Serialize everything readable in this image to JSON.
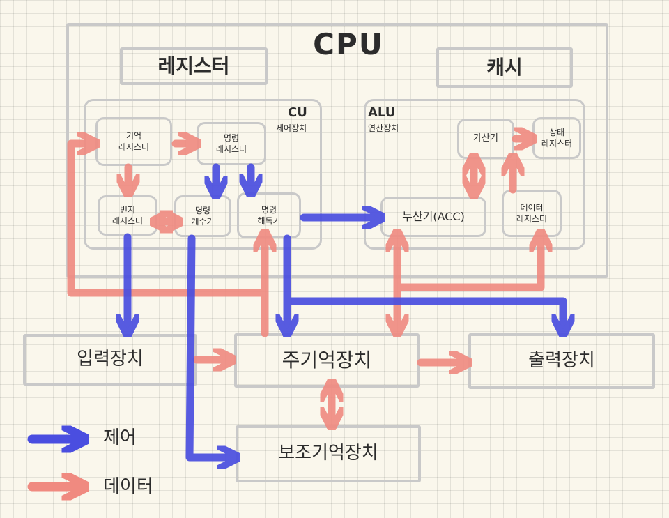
{
  "cpu": {
    "title": "CPU"
  },
  "register_header": "레지스터",
  "cache_header": "캐시",
  "cu": {
    "title": "CU",
    "subtitle": "제어장치"
  },
  "alu": {
    "title": "ALU",
    "subtitle": "연산장치"
  },
  "nodes": {
    "memory_address_register": "기억\n레지스터",
    "instruction_register": "명령\n레지스터",
    "address_register": "번지\n레지스터",
    "program_counter": "명령\n계수기",
    "instruction_decoder": "명령\n해독기",
    "adder": "가산기",
    "status_register": "상태\n레지스터",
    "accumulator": "누산기(ACC)",
    "data_register": "데이터\n레지스터"
  },
  "devices": {
    "input": "입력장치",
    "main_memory": "주기억장치",
    "output": "출력장치",
    "secondary_memory": "보조기억장치"
  },
  "legend": {
    "control": {
      "label": "제어",
      "color": "#4a4ee0"
    },
    "data": {
      "label": "데이터",
      "color": "#f08a80"
    }
  },
  "colors": {
    "box_border": "#c9c9c9",
    "control": "#4a4ee0",
    "data": "#f08a80"
  }
}
